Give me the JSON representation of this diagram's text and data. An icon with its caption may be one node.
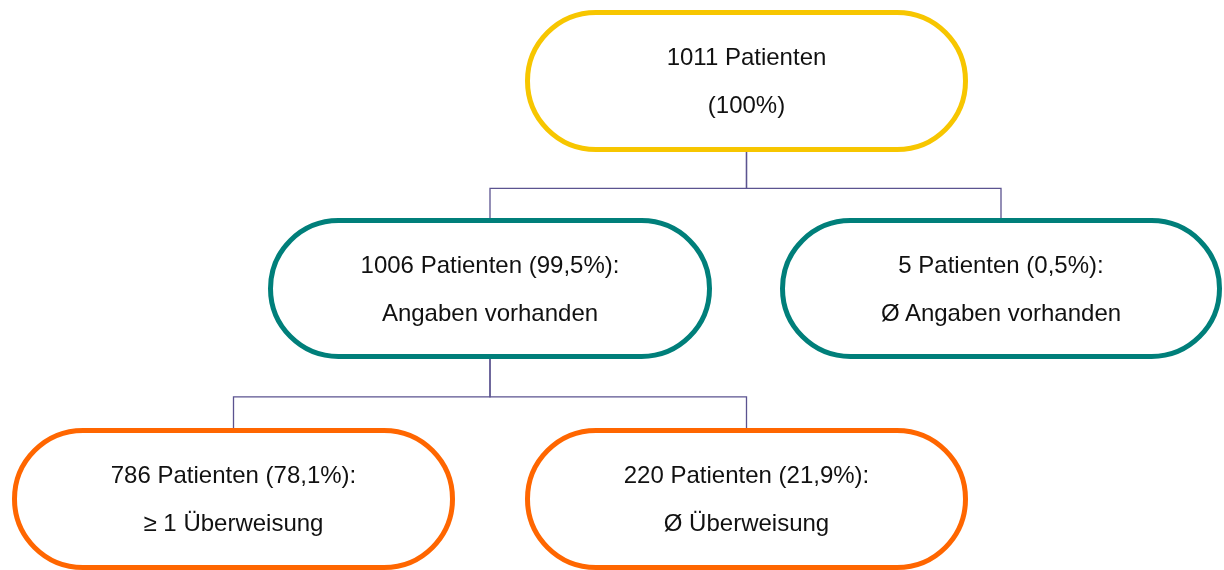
{
  "diagram": {
    "nodes": [
      {
        "text": [
          "1011 Patienten",
          "(100%)"
        ]
      },
      {
        "text": [
          "1006 Patienten (99,5%):",
          "Angaben vorhanden"
        ]
      },
      {
        "text": [
          "5 Patienten (0,5%):",
          "Ø Angaben vorhanden"
        ]
      },
      {
        "text": [
          "786 Patienten (78,1%):",
          "≥ 1 Überweisung"
        ]
      },
      {
        "text": [
          "220 Patienten (21,9%):",
          "Ø Überweisung"
        ]
      }
    ],
    "edges": [
      {
        "from": 0,
        "to": 1,
        "arrow": "none"
      },
      {
        "from": 0,
        "to": 2,
        "arrow": "none"
      },
      {
        "from": 1,
        "to": 3,
        "arrow": "none"
      },
      {
        "from": 1,
        "to": 4,
        "arrow": "none"
      }
    ]
  }
}
